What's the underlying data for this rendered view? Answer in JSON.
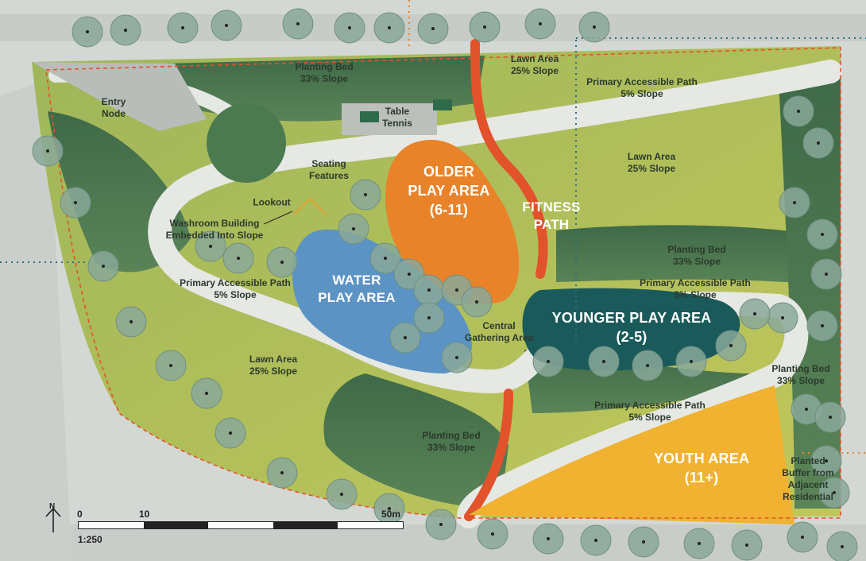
{
  "labels": {
    "entry_node": "Entry\nNode",
    "planting_bed_top": "Planting Bed\n33% Slope",
    "table_tennis": "Table\nTennis",
    "lawn_area_top": "Lawn Area\n25% Slope",
    "primary_path_top": "Primary Accessible Path\n5% Slope",
    "lawn_area_right": "Lawn Area\n25% Slope",
    "seating_features": "Seating\nFeatures",
    "lookout": "Lookout",
    "washroom": "Washroom Building\nEmbedded Into Slope",
    "planting_bed_mid_right": "Planting Bed\n33% Slope",
    "primary_path_mid_right": "Primary Accessible Path\n5% Slope",
    "primary_path_left": "Primary Accessible Path\n5% Slope",
    "central_gathering": "Central\nGathering Area",
    "lawn_area_left": "Lawn Area\n25% Slope",
    "planting_bed_right": "Planting Bed\n33% Slope",
    "primary_path_bottom": "Primary Accessible Path\n5% Slope",
    "planting_bed_bottom": "Planting Bed\n33% Slope",
    "planted_buffer": "Planted\nBuffer from\nAdjacent\nResidential"
  },
  "zones": {
    "older_play": "OLDER\nPLAY AREA\n(6-11)",
    "fitness_path": "FITNESS\nPATH",
    "water_play": "WATER\nPLAY AREA",
    "younger_play": "YOUNGER PLAY AREA\n(2-5)",
    "youth_area": "YOUTH AREA\n(11+)"
  },
  "scale": {
    "north": "N",
    "tick_0": "0",
    "tick_10": "10",
    "tick_50": "50m",
    "ratio": "1:250"
  },
  "colors": {
    "older_play": "#e8832a",
    "water_play": "#5b93c4",
    "younger_play": "#1a5a5a",
    "youth_area": "#f0b230",
    "fitness_path": "#e2522b",
    "path": "#e6e8e4",
    "boundary": "#e2522b",
    "lawn": "#a9bd5a",
    "planting": "#476f4c"
  }
}
